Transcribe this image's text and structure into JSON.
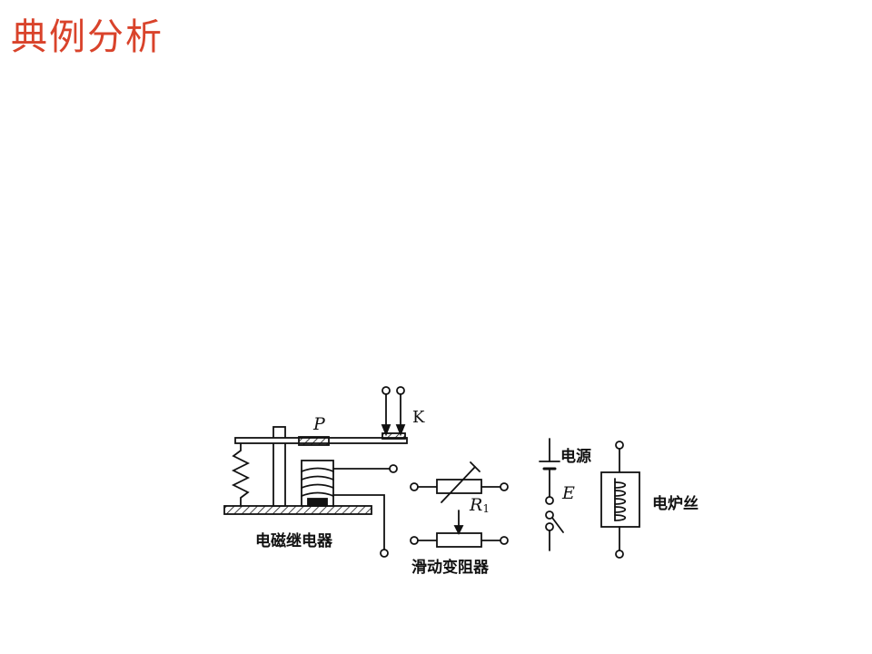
{
  "slide": {
    "title": "典例分析"
  },
  "diagram": {
    "labels": {
      "armature": "P",
      "switch": "K",
      "relay": "电磁继电器",
      "resistor": "R",
      "resistor_sub": "1",
      "rheostat": "滑动变阻器",
      "power": "电源",
      "emf": "E",
      "heater": "电炉丝"
    }
  }
}
